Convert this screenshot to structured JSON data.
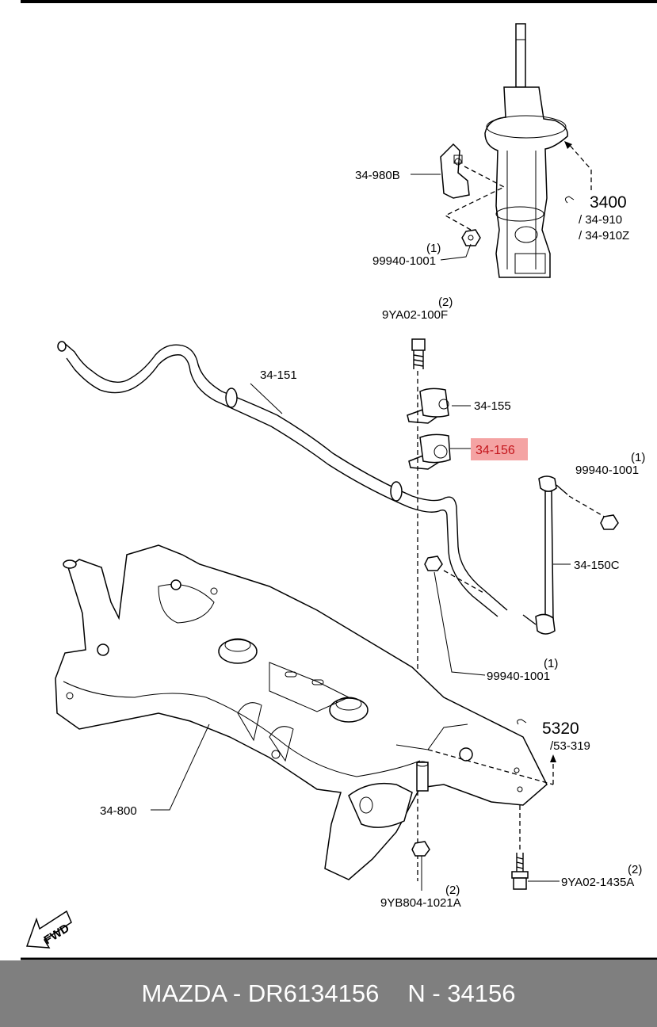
{
  "labels": {
    "bracket_strut": "34-980B",
    "strut_qty": "(1)",
    "strut_nut": "99940-1001",
    "strut_ref": "3400",
    "strut_ref_sub1": "/ 34-910",
    "strut_ref_sub2": "/ 34-910Z",
    "bolt_top_qty": "(2)",
    "bolt_top": "9YA02-100F",
    "stabilizer_bar": "34-151",
    "bushing_bracket": "34-155",
    "bushing": "34-156",
    "link_nut_qty": "(1)",
    "link_nut": "99940-1001",
    "stabilizer_link": "34-150C",
    "lower_nut_qty": "(1)",
    "lower_nut": "99940-1001",
    "crossmember_ref": "5320",
    "crossmember_ref_sub": "/53-319",
    "crossmember": "34-800",
    "bolt_bottom_qty": "(2)",
    "bolt_bottom": "9YA02-1435A",
    "nut_bottom_qty": "(2)",
    "nut_bottom": "9YB804-1021A",
    "fwd": "FWD"
  },
  "highlight": {
    "color": "#f4a3a3",
    "text_color": "#c4161c"
  },
  "footer": {
    "brand_part": "MAZDA - DR6134156",
    "ref": "N - 34156",
    "background": "#7f7f7f"
  }
}
